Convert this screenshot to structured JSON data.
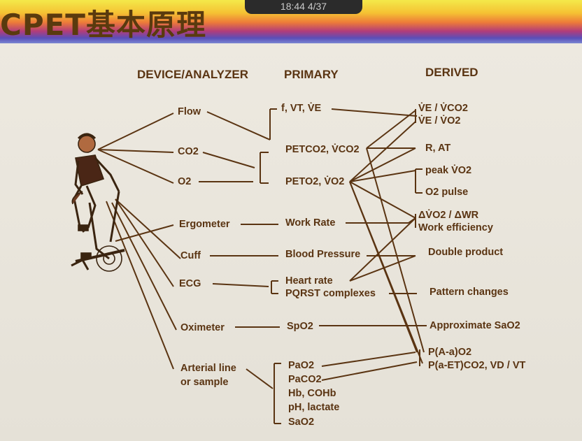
{
  "banner": {
    "title": "CPET基本原理",
    "status_text": "18:44 4/37"
  },
  "headers": {
    "device": "DEVICE/ANALYZER",
    "primary": "PRIMARY",
    "derived": "DERIVED"
  },
  "devices": {
    "flow": "Flow",
    "co2": "CO2",
    "o2": "O2",
    "ergometer": "Ergometer",
    "cuff": "Cuff",
    "ecg": "ECG",
    "oximeter": "Oximeter",
    "arterial_1": "Arterial line",
    "arterial_2": "or sample"
  },
  "primary": {
    "f_vt_ve": "f, VT, V̇E",
    "petco2_vco2": "PETCO2, V̇CO2",
    "peto2_vo2": "PETO2, V̇O2",
    "work_rate": "Work Rate",
    "blood_pressure": "Blood Pressure",
    "heart_rate": "Heart rate",
    "pqrst": "PQRST complexes",
    "spo2": "SpO2",
    "pao2": "PaO2",
    "paco2": "PaCO2",
    "hb_cohb": "Hb, COHb",
    "ph_lactate": "pH, lactate",
    "sao2": "SaO2"
  },
  "derived": {
    "ve_vco2": "V̇E / V̇CO2",
    "ve_vo2": "V̇E / V̇O2",
    "r_at": "R, AT",
    "peak_vo2": "peak V̇O2",
    "o2_pulse": "O2 pulse",
    "dvo2_dwr": "ΔV̇O2 / ΔWR",
    "work_efficiency": "Work efficiency",
    "double_product": "Double product",
    "pattern_changes": "Pattern changes",
    "approx_sao2": "Approximate SaO2",
    "p_a_a_o2": "P(A-a)O2",
    "p_a_et_co2": "P(a-ET)CO2, VD / VT"
  },
  "colors": {
    "ink": "#5a3412",
    "slide_bg": "#e9e5dc"
  }
}
